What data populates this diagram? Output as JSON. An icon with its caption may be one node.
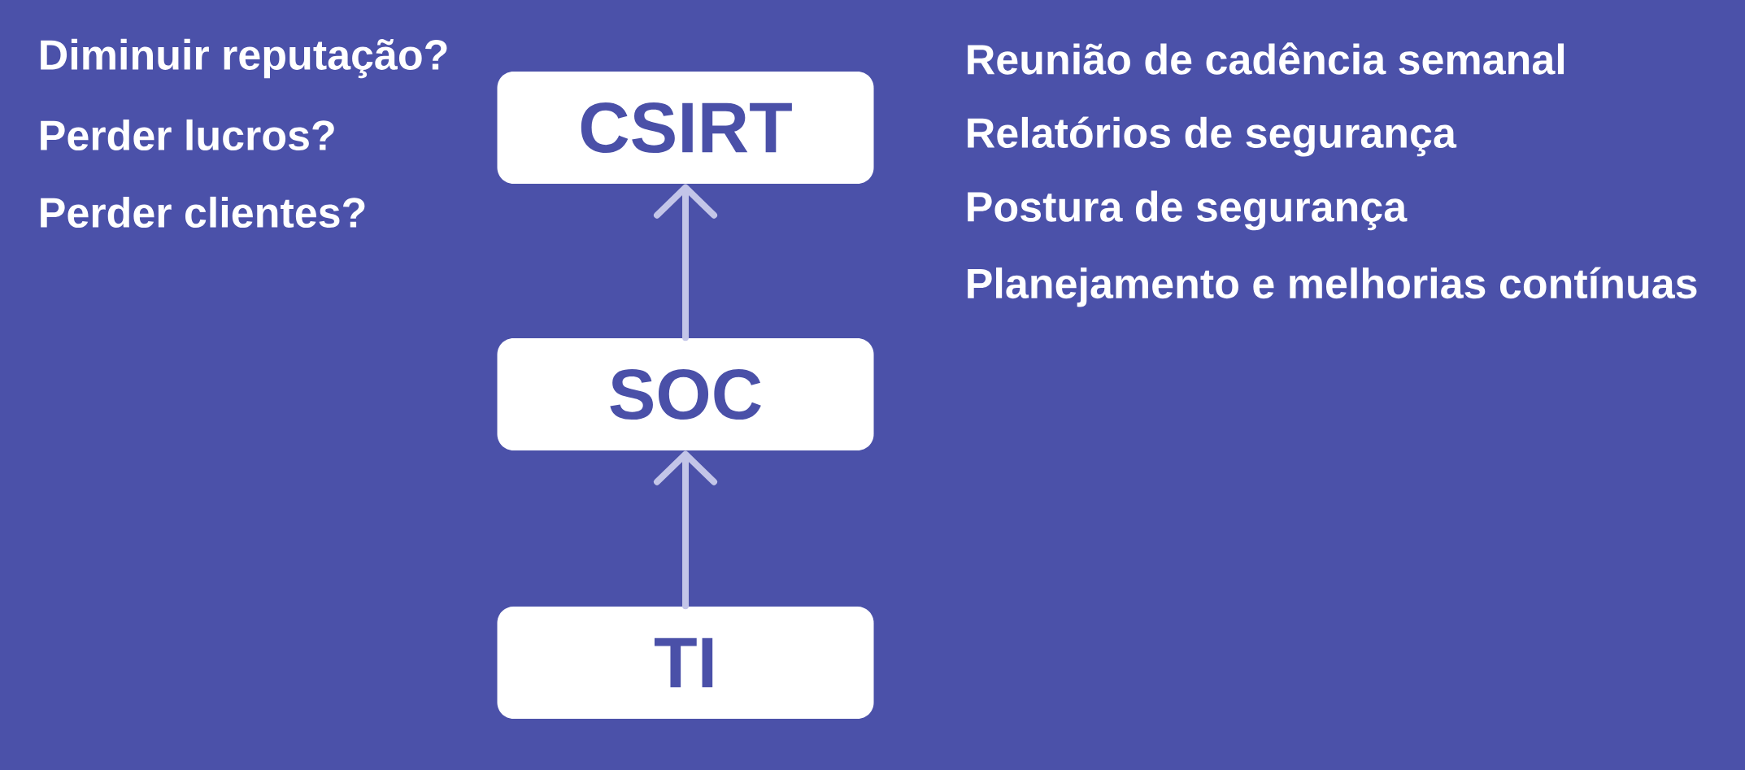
{
  "diagram": {
    "nodes": [
      {
        "text": [
          "CSIRT"
        ]
      },
      {
        "text": [
          "SOC"
        ]
      },
      {
        "text": [
          "TI"
        ]
      }
    ],
    "edges": [
      {
        "from": 1,
        "to": 0,
        "arrow": "to"
      },
      {
        "from": 2,
        "to": 1,
        "arrow": "to"
      }
    ],
    "labels": [
      "Diminuir reputação?",
      "Perder lucros?",
      "Perder clientes?",
      "Reunião de cadência semanal",
      "Relatórios de segurança",
      "Postura de segurança",
      "Planejamento e melhorias contínuas"
    ]
  }
}
